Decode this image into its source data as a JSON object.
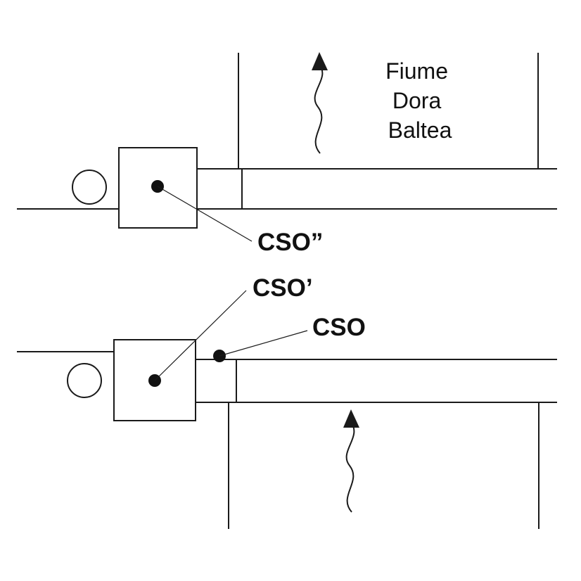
{
  "labels": {
    "river": [
      "Fiume",
      "Dora",
      "Baltea"
    ],
    "cso_double": "CSO”",
    "cso_single": "CSO’",
    "cso": "CSO"
  },
  "colors": {
    "line": "#1a1a1a",
    "background": "#ffffff"
  },
  "icons": {
    "flow_arrow": "wavy-arrow-up-icon",
    "pump": "circle-icon",
    "point": "dot-icon"
  }
}
